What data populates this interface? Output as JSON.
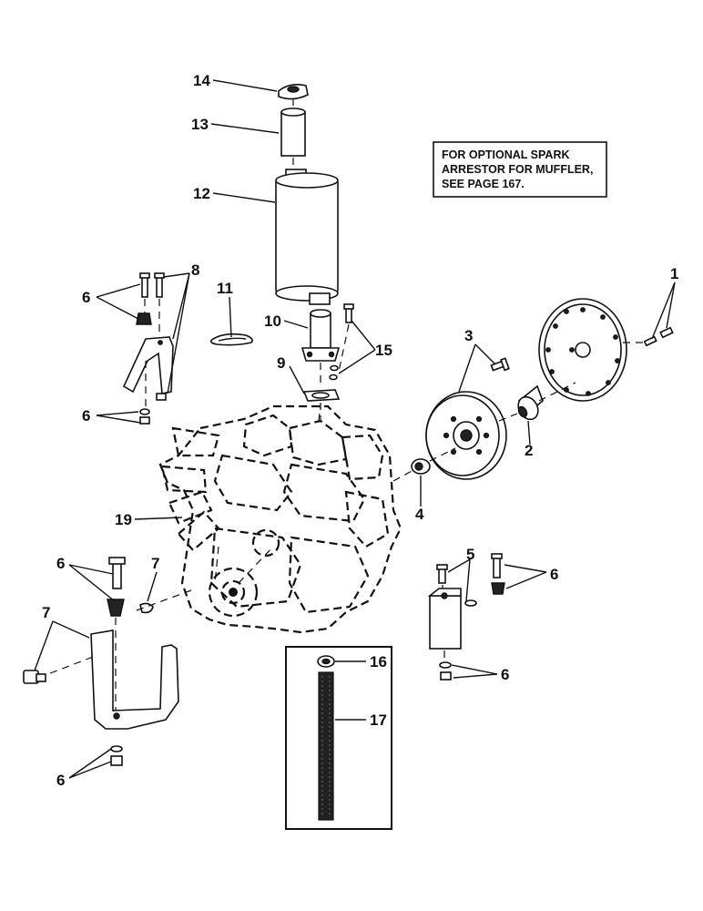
{
  "note": {
    "lines": [
      "FOR OPTIONAL SPARK",
      "ARRESTOR FOR MUFFLER,",
      "SEE PAGE 167."
    ]
  },
  "callouts": {
    "c1": "1",
    "c2": "2",
    "c3": "3",
    "c4": "4",
    "c5": "5",
    "c6a": "6",
    "c6b": "6",
    "c6c": "6",
    "c6d": "6",
    "c6e": "6",
    "c6f": "6",
    "c7a": "7",
    "c7b": "7",
    "c8": "8",
    "c9": "9",
    "c10": "10",
    "c11": "11",
    "c12": "12",
    "c13": "13",
    "c14": "14",
    "c15": "15",
    "c16": "16",
    "c17": "17",
    "c19": "19"
  },
  "colors": {
    "ink": "#111111",
    "paper": "#ffffff"
  }
}
